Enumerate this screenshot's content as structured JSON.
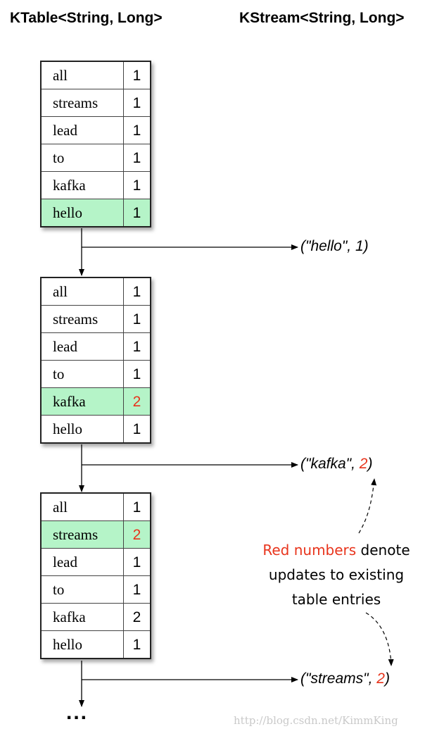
{
  "titles": {
    "ktable": "KTable<String, Long>",
    "kstream": "KStream<String, Long>"
  },
  "tables": [
    {
      "rows": [
        {
          "key": "all",
          "value": "1",
          "highlight": false,
          "red": false
        },
        {
          "key": "streams",
          "value": "1",
          "highlight": false,
          "red": false
        },
        {
          "key": "lead",
          "value": "1",
          "highlight": false,
          "red": false
        },
        {
          "key": "to",
          "value": "1",
          "highlight": false,
          "red": false
        },
        {
          "key": "kafka",
          "value": "1",
          "highlight": false,
          "red": false
        },
        {
          "key": "hello",
          "value": "1",
          "highlight": true,
          "red": false
        }
      ]
    },
    {
      "rows": [
        {
          "key": "all",
          "value": "1",
          "highlight": false,
          "red": false
        },
        {
          "key": "streams",
          "value": "1",
          "highlight": false,
          "red": false
        },
        {
          "key": "lead",
          "value": "1",
          "highlight": false,
          "red": false
        },
        {
          "key": "to",
          "value": "1",
          "highlight": false,
          "red": false
        },
        {
          "key": "kafka",
          "value": "2",
          "highlight": true,
          "red": true
        },
        {
          "key": "hello",
          "value": "1",
          "highlight": false,
          "red": false
        }
      ]
    },
    {
      "rows": [
        {
          "key": "all",
          "value": "1",
          "highlight": false,
          "red": false
        },
        {
          "key": "streams",
          "value": "2",
          "highlight": true,
          "red": true
        },
        {
          "key": "lead",
          "value": "1",
          "highlight": false,
          "red": false
        },
        {
          "key": "to",
          "value": "1",
          "highlight": false,
          "red": false
        },
        {
          "key": "kafka",
          "value": "2",
          "highlight": false,
          "red": false
        },
        {
          "key": "hello",
          "value": "1",
          "highlight": false,
          "red": false
        }
      ]
    }
  ],
  "stream_records": [
    {
      "prefix": "(\"hello\", ",
      "value": "1",
      "suffix": ")",
      "value_red": false
    },
    {
      "prefix": "(\"kafka\", ",
      "value": "2",
      "suffix": ")",
      "value_red": true
    },
    {
      "prefix": "(\"streams\", ",
      "value": "2",
      "suffix": ")",
      "value_red": true
    }
  ],
  "note": {
    "red_part": "Red numbers",
    "line1_rest": " denote",
    "line2": "updates to existing",
    "line3": "table entries"
  },
  "ellipsis": "...",
  "watermark": "http://blog.csdn.net/KimmKing",
  "colors": {
    "highlight": "#b5f4c8",
    "red": "#e8341c"
  }
}
